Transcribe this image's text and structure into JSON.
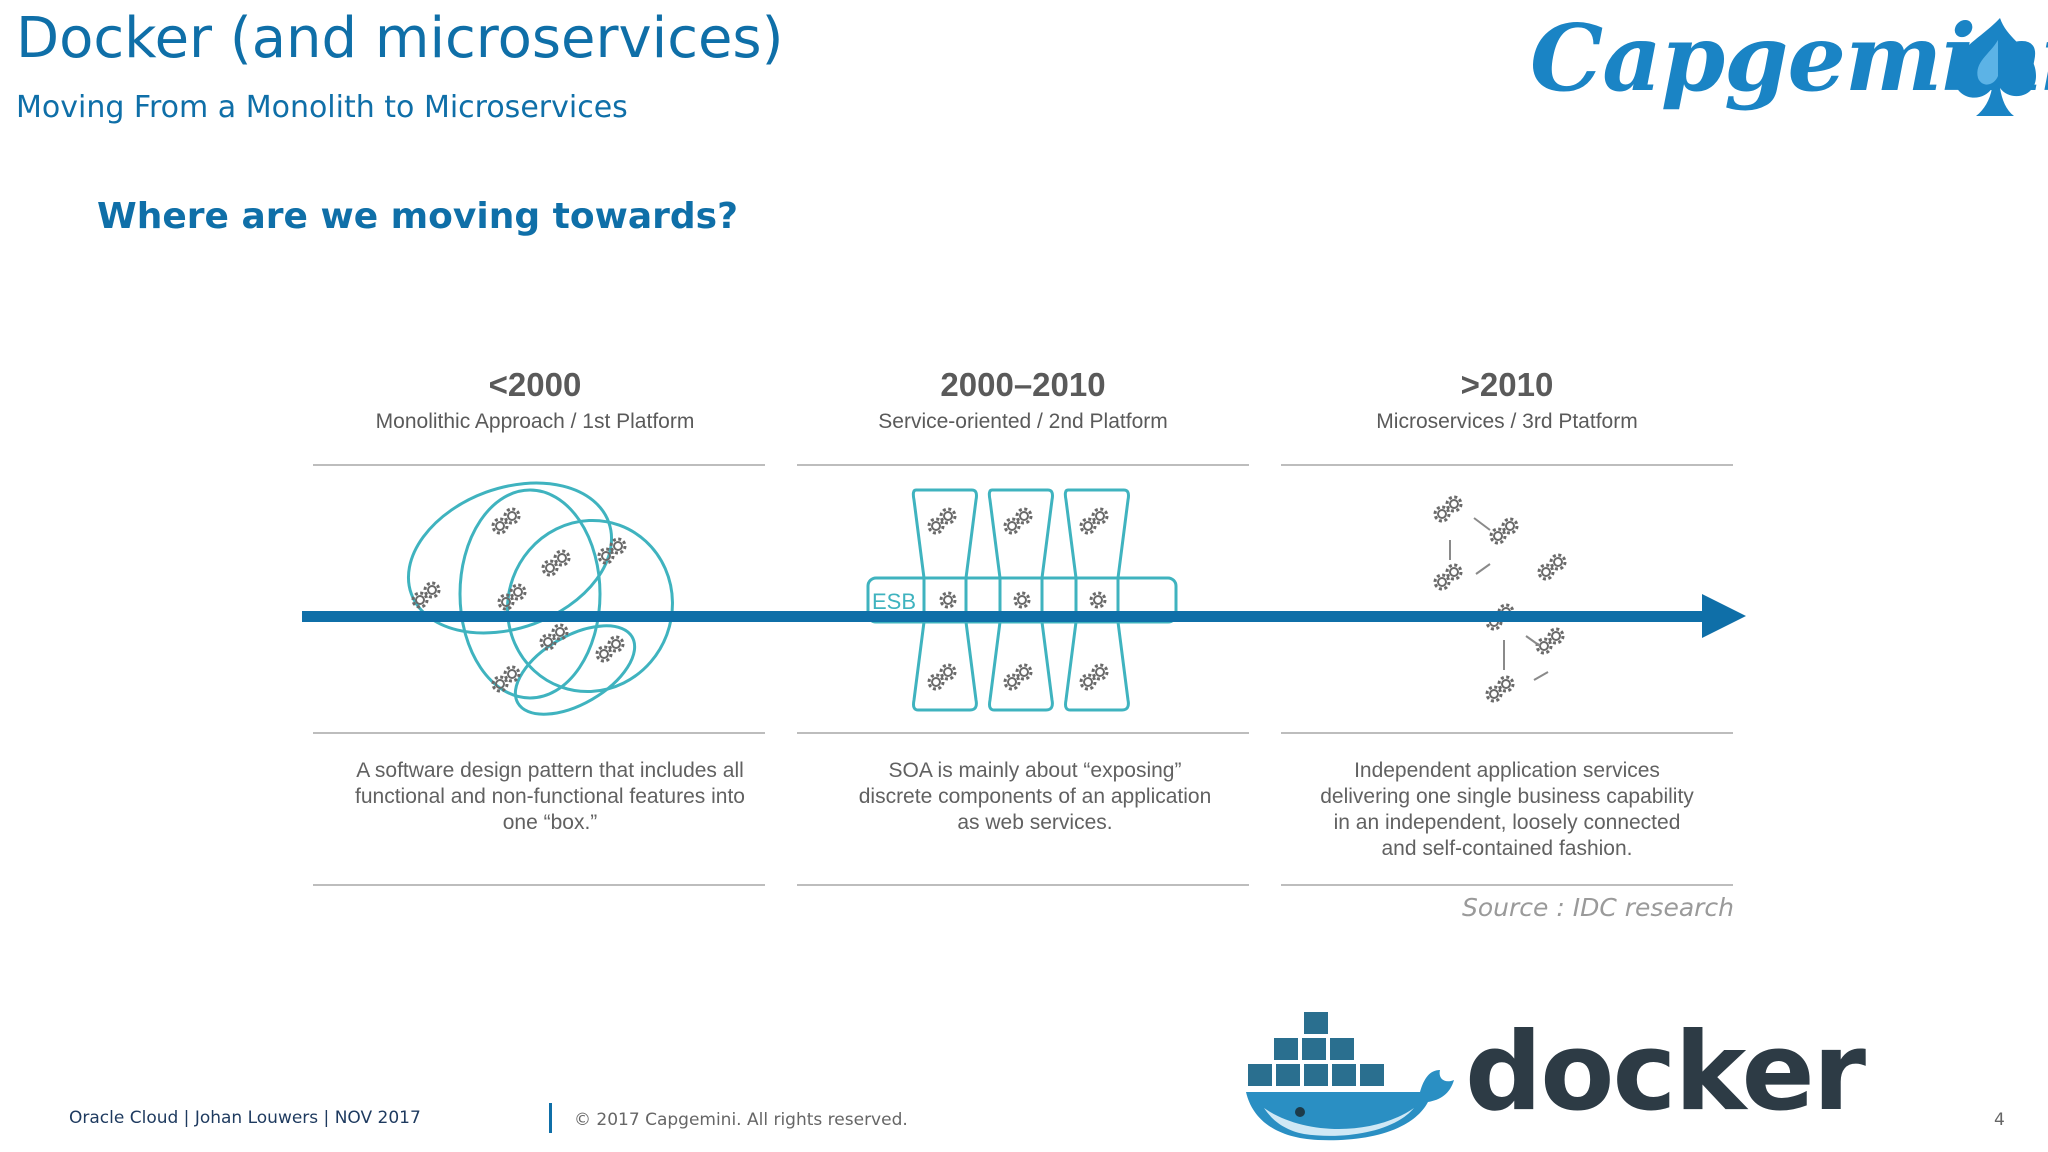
{
  "header": {
    "title": "Docker (and microservices)",
    "subtitle": "Moving From a Monolith to Microservices"
  },
  "logo": {
    "brand": "Capgemini"
  },
  "question": "Where are we moving towards?",
  "figure": {
    "eras": [
      {
        "year": "<2000",
        "platform": "Monolithic Approach / 1st Platform",
        "desc": [
          "A software design pattern that includes all",
          "functional and non-functional features into",
          "one “box.”"
        ]
      },
      {
        "year": "2000–2010",
        "platform": "Service-oriented / 2nd Platform",
        "desc": [
          "SOA is mainly about “exposing”",
          "discrete components of an application",
          "as web services."
        ]
      },
      {
        "year": ">2010",
        "platform": "Microservices / 3rd Ptatform",
        "desc": [
          "Independent application services",
          "delivering one single business capability",
          "in an independent, loosely connected",
          "and self-contained fashion."
        ]
      }
    ],
    "esb_label": "ESB",
    "source": "Source : IDC research",
    "colors": {
      "arrow": "#0f6fa8",
      "diagram": "#3fb3bf",
      "gear": "#6a6a6a"
    }
  },
  "docker_logo": {
    "wordmark": "docker"
  },
  "footer": {
    "left": "Oracle Cloud | Johan Louwers | NOV 2017",
    "copyright": "© 2017 Capgemini. All rights reserved.",
    "page": "4"
  }
}
